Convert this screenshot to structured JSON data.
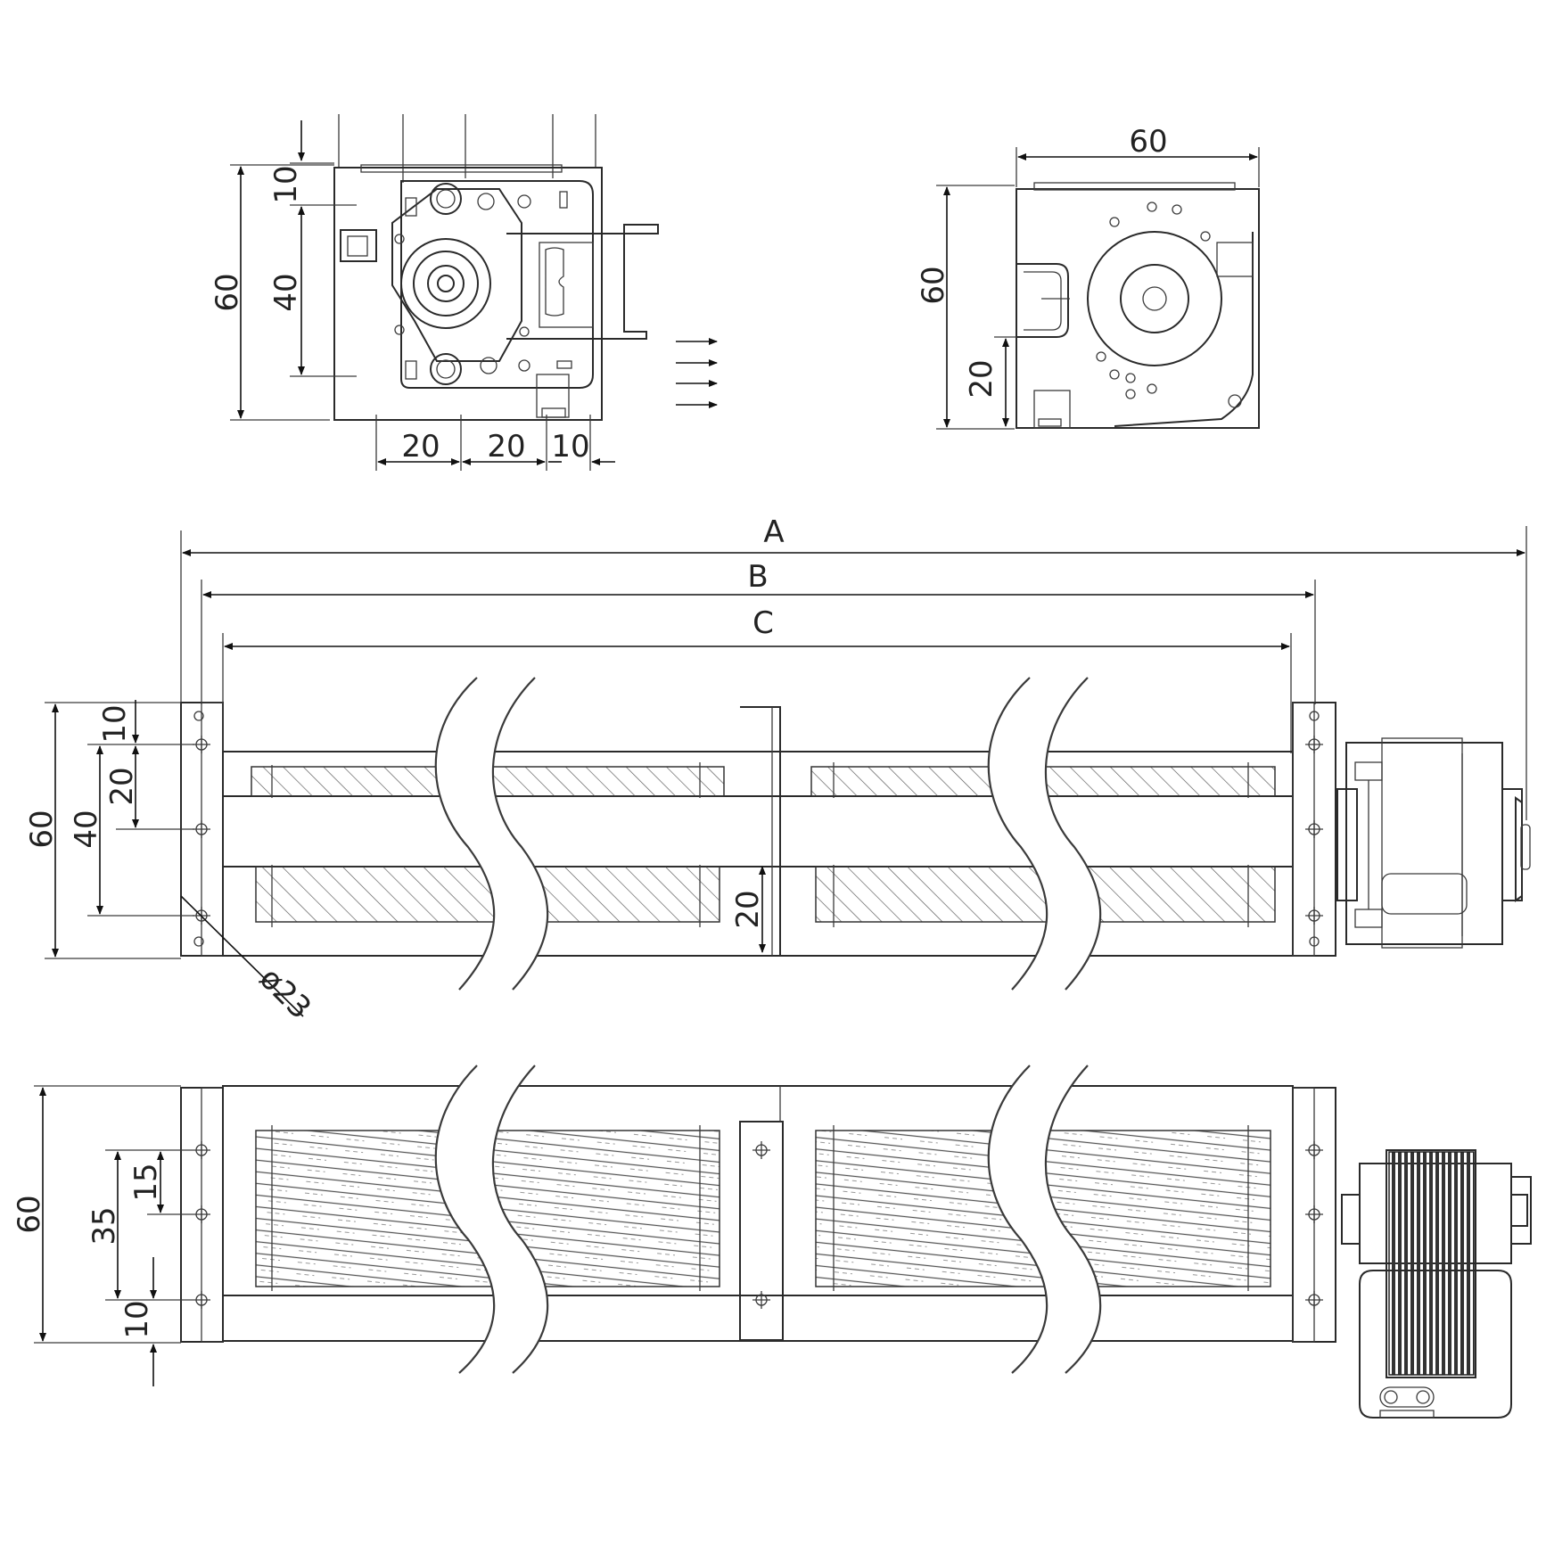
{
  "dimensions": {
    "top_left_view": {
      "height_total": "60",
      "top_offset": "10",
      "hole_spacing": "40",
      "bottom_spacing_1": "20",
      "bottom_spacing_2": "20",
      "bottom_spacing_3": "10"
    },
    "top_right_view": {
      "width": "60",
      "height": "60",
      "outlet_height": "20"
    },
    "front_view": {
      "overall_length": "A",
      "bracket_length": "B",
      "rotor_length": "C",
      "height": "60",
      "hole_span": "40",
      "hole_spacing": "20",
      "top_offset": "10",
      "outlet_height": "20",
      "hole_diameter": "ø23"
    },
    "bottom_view": {
      "height": "60",
      "hole_span": "35",
      "hole_spacing": "15",
      "bottom_offset": "10"
    }
  }
}
